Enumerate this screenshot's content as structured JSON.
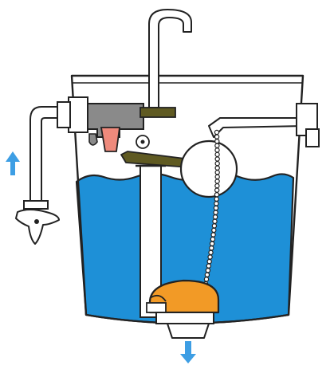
{
  "diagram": {
    "components": [
      {
        "id": "tank",
        "name": "toilet-tank"
      },
      {
        "id": "water",
        "name": "tank-water"
      },
      {
        "id": "fill_pipe",
        "name": "fill-supply-pipe"
      },
      {
        "id": "fill_valve",
        "name": "fill-valve"
      },
      {
        "id": "float_arm",
        "name": "float-arm"
      },
      {
        "id": "float_ball",
        "name": "float-ball"
      },
      {
        "id": "overflow_tube",
        "name": "overflow-tube"
      },
      {
        "id": "flush_lever",
        "name": "flush-lever"
      },
      {
        "id": "lift_chain",
        "name": "lift-chain"
      },
      {
        "id": "flapper",
        "name": "flapper-valve"
      },
      {
        "id": "drain_outlet",
        "name": "drain-outlet"
      },
      {
        "id": "supply_line",
        "name": "water-supply-line"
      },
      {
        "id": "shutoff_valve",
        "name": "shutoff-valve"
      }
    ],
    "arrows": [
      {
        "id": "inflow",
        "name": "water-inflow-arrow",
        "direction": "up",
        "color": "#3d9ee4"
      },
      {
        "id": "outflow",
        "name": "water-outflow-arrow",
        "direction": "down",
        "color": "#3d9ee4"
      }
    ],
    "colors": {
      "water": "#1e90d7",
      "flapper": "#f29a26",
      "fill_valve_body": "#8a8a8a",
      "fill_valve_nozzle": "#ef8a7c",
      "float_arm": "#5f5a22",
      "arrow": "#3d9ee4",
      "outline": "#222222"
    }
  }
}
